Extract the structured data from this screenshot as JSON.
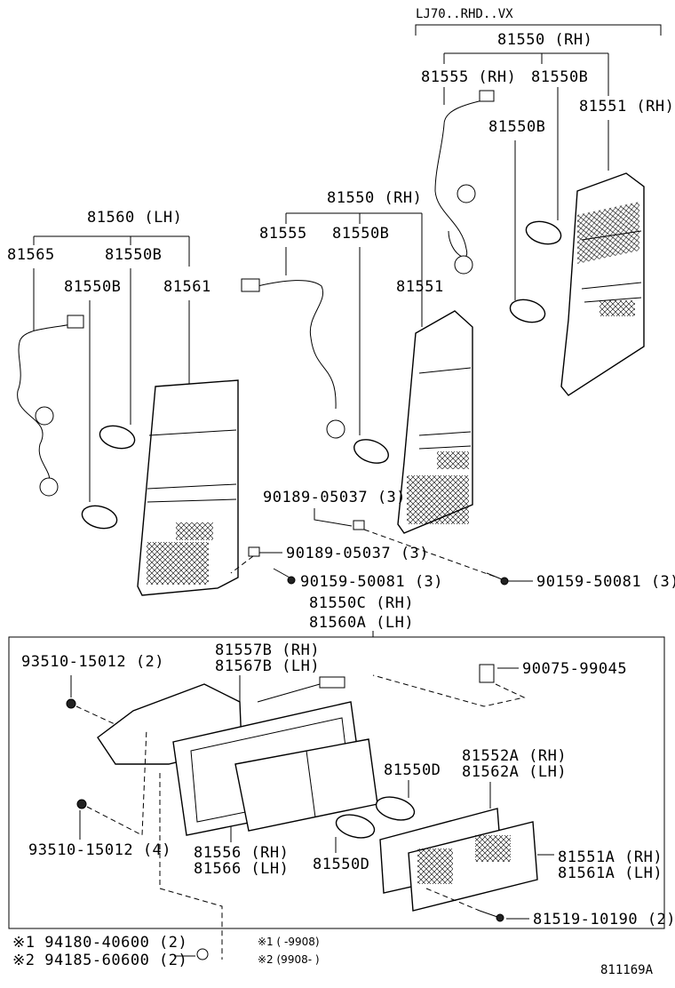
{
  "header": {
    "model": "LJ70..RHD..VX"
  },
  "labels": {
    "rh_top": "81550 (RH)",
    "rh_top_socket": "81555 (RH)",
    "rh_top_bulb1": "81550B",
    "rh_top_bulb2": "81550B",
    "rh_top_lens": "81551 (RH)",
    "rh_mid": "81550 (RH)",
    "rh_mid_socket": "81555",
    "rh_mid_bulb": "81550B",
    "rh_mid_lens": "81551",
    "lh": "81560 (LH)",
    "lh_socket": "81565",
    "lh_bulb1": "81550B",
    "lh_bulb2": "81550B",
    "lh_lens": "81561",
    "nut1": "90189-05037 (3)",
    "nut2": "90189-05037 (3)",
    "screw_l": "90159-50081 (3)",
    "screw_r": "90159-50081 (3)",
    "combo_rh": "81550C (RH)",
    "combo_lh": "81560A (LH)",
    "screw_top": "93510-15012 (2)",
    "bracket_rh": "81557B (RH)",
    "bracket_lh": "81567B (LH)",
    "clip": "90075-99045",
    "lens_gasket_rh": "81552A (RH)",
    "lens_gasket_lh": "81562A (LH)",
    "bulb_d1": "81550D",
    "bulb_d2": "81550D",
    "screw_mid": "93510-15012 (4)",
    "housing_rh": "81556 (RH)",
    "housing_lh": "81566 (LH)",
    "lens_a_rh": "81551A (RH)",
    "lens_a_lh": "81561A (LH)",
    "screw_bottom": "81519-10190 (2)",
    "note1_part": "※1 94180-40600 (2)",
    "note2_part": "※2 94185-60600 (2)",
    "note1_range": "※1 (      -9908)",
    "note2_range": "※2 (9908-      )",
    "diagram_id": "811169A"
  }
}
